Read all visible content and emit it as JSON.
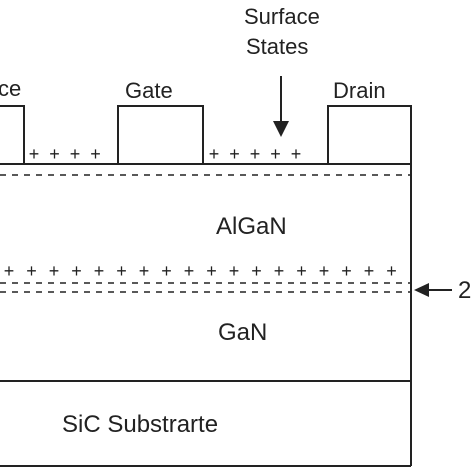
{
  "labels": {
    "surface_states_line1": "Surface",
    "surface_states_line2": "States",
    "source_partial": "ce",
    "gate": "Gate",
    "drain": "Drain",
    "algan": "AlGaN",
    "gan": "GaN",
    "substrate": "SiC Substrarte",
    "twodeg_partial": "2"
  },
  "charges": {
    "symbol": "+",
    "surface_left_count": 4,
    "surface_right_count": 5,
    "interface_count": 18
  },
  "colors": {
    "line": "#222222",
    "background": "#ffffff"
  }
}
